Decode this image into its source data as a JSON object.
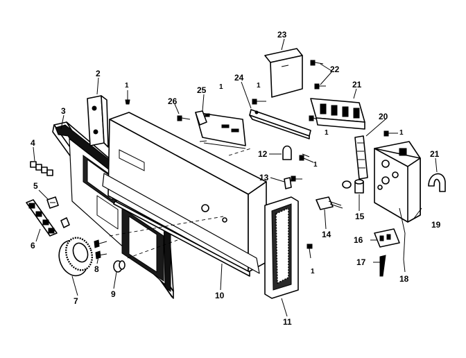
{
  "labels": {
    "l1": "1",
    "l2": "2",
    "l3": "3",
    "l4": "4",
    "l5": "5",
    "l6": "6",
    "l7": "7",
    "l8": "8",
    "l9": "9",
    "l10": "10",
    "l11": "11",
    "l12": "12",
    "l13": "13",
    "l14": "14",
    "l15": "15",
    "l16": "16",
    "l17": "17",
    "l18": "18",
    "l19": "19",
    "l20": "20",
    "l21": "21",
    "l22": "22",
    "l23": "23",
    "l24": "24",
    "l25": "25",
    "l26": "26"
  }
}
